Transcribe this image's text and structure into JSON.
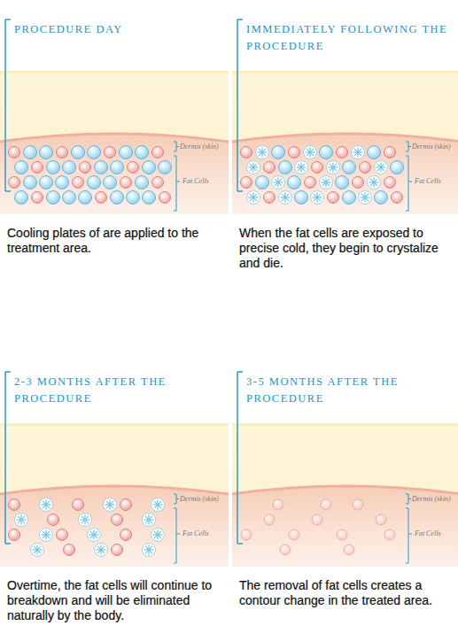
{
  "diagram": {
    "labels": [
      "PROCEDURE DAY",
      "Dermis (skin)",
      "Fat Cells",
      "Cooling plates of are applied to the treatment area.",
      "IMMEDIATELY FOLLOWING THE PROCEDURE",
      "Dermis (skin)",
      "Fat Cells",
      "When the fat cells are exposed to precise cold, they begin to crystalize and die.",
      "2-3 MONTHS AFTER THE PROCEDURE",
      "Dermis (skin)",
      "Fat Cells",
      "Overtime, the fat cells will continue to breakdown and will be eliminated naturally by the body.",
      "3-5 MONTHS AFTER THE PROCEDURE",
      "Dermis (skin)",
      "Fat Cells",
      "The removal of fat cells creates a contour change in the treated area."
    ]
  }
}
